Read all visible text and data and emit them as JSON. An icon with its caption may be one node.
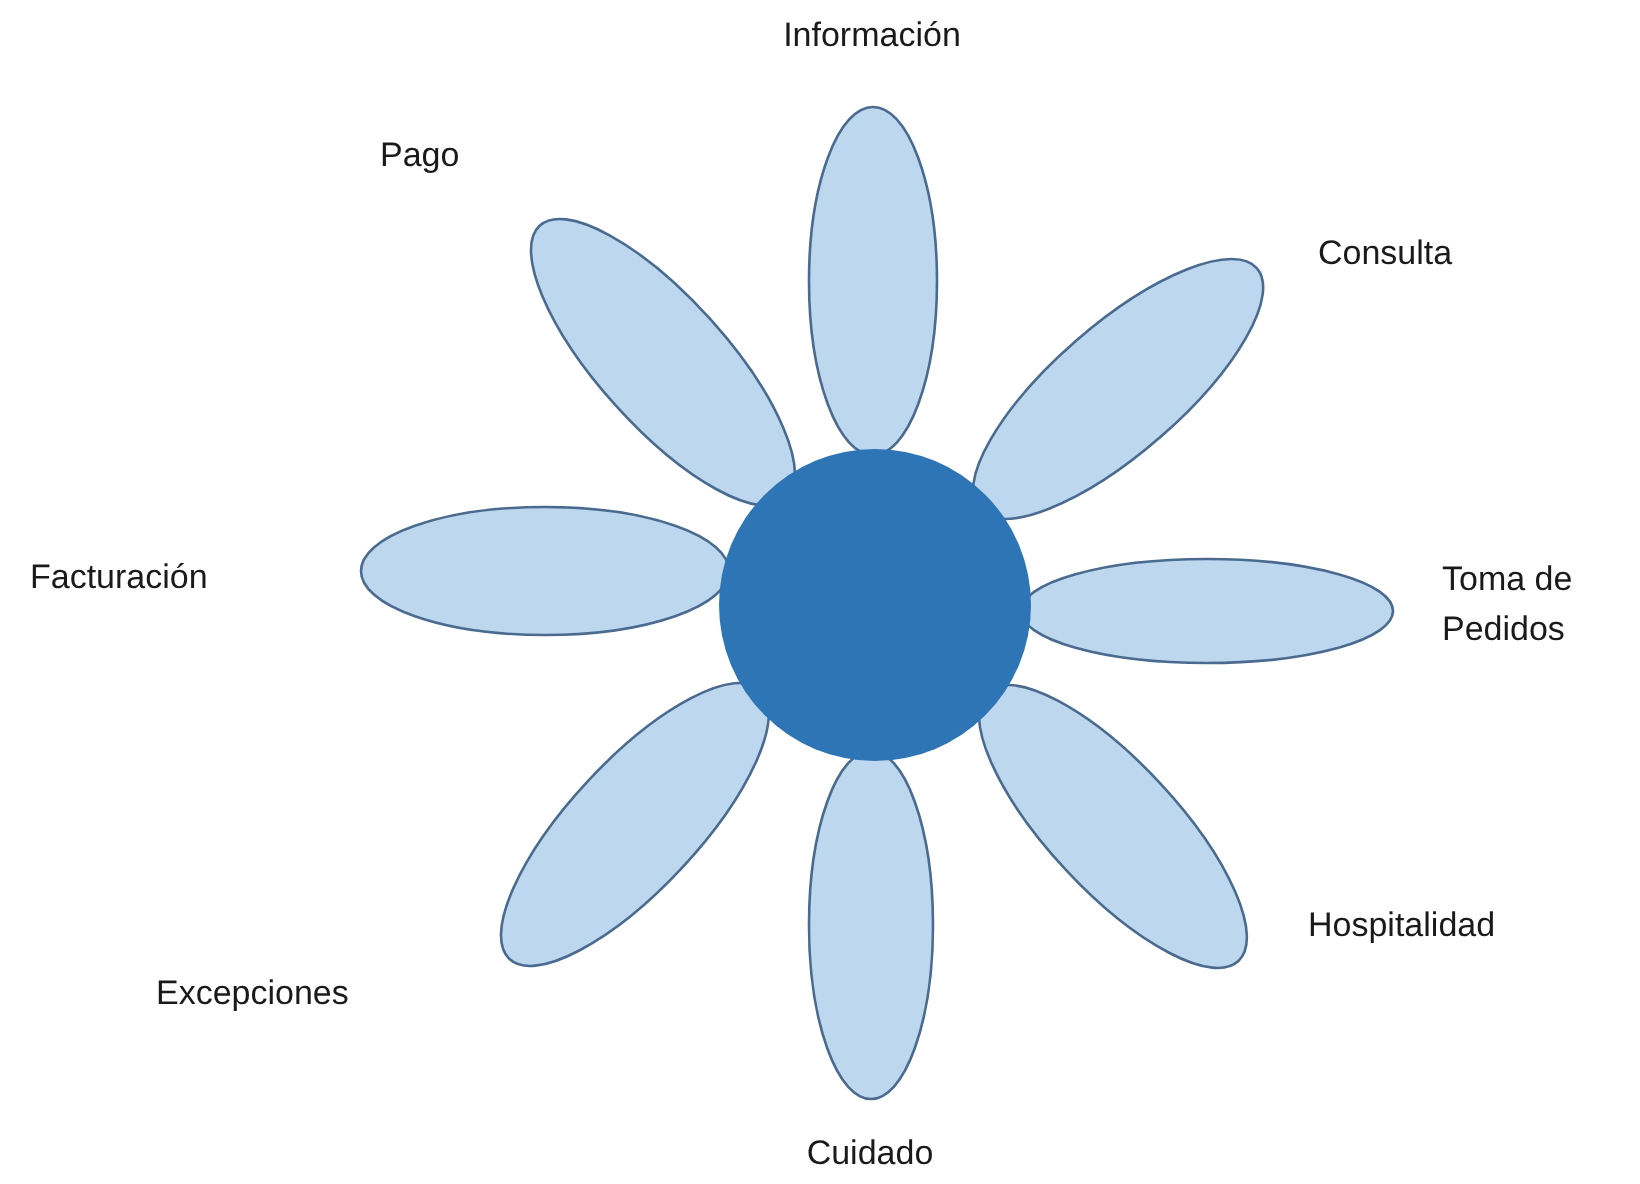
{
  "diagram": {
    "nodes": [
      {
        "text": [],
        "shape": "circle"
      },
      {
        "text": [],
        "shape": "ellipse"
      },
      {
        "text": [],
        "shape": "ellipse"
      },
      {
        "text": [],
        "shape": "ellipse"
      },
      {
        "text": [],
        "shape": "ellipse"
      },
      {
        "text": [],
        "shape": "ellipse"
      },
      {
        "text": [],
        "shape": "ellipse"
      },
      {
        "text": [],
        "shape": "ellipse"
      },
      {
        "text": [],
        "shape": "ellipse"
      }
    ],
    "labels": [
      "Información",
      "Pago",
      "Consulta",
      "Facturación",
      "Toma de Pedidos",
      "Hospitalidad",
      "Excepciones",
      "Cuidado"
    ]
  }
}
